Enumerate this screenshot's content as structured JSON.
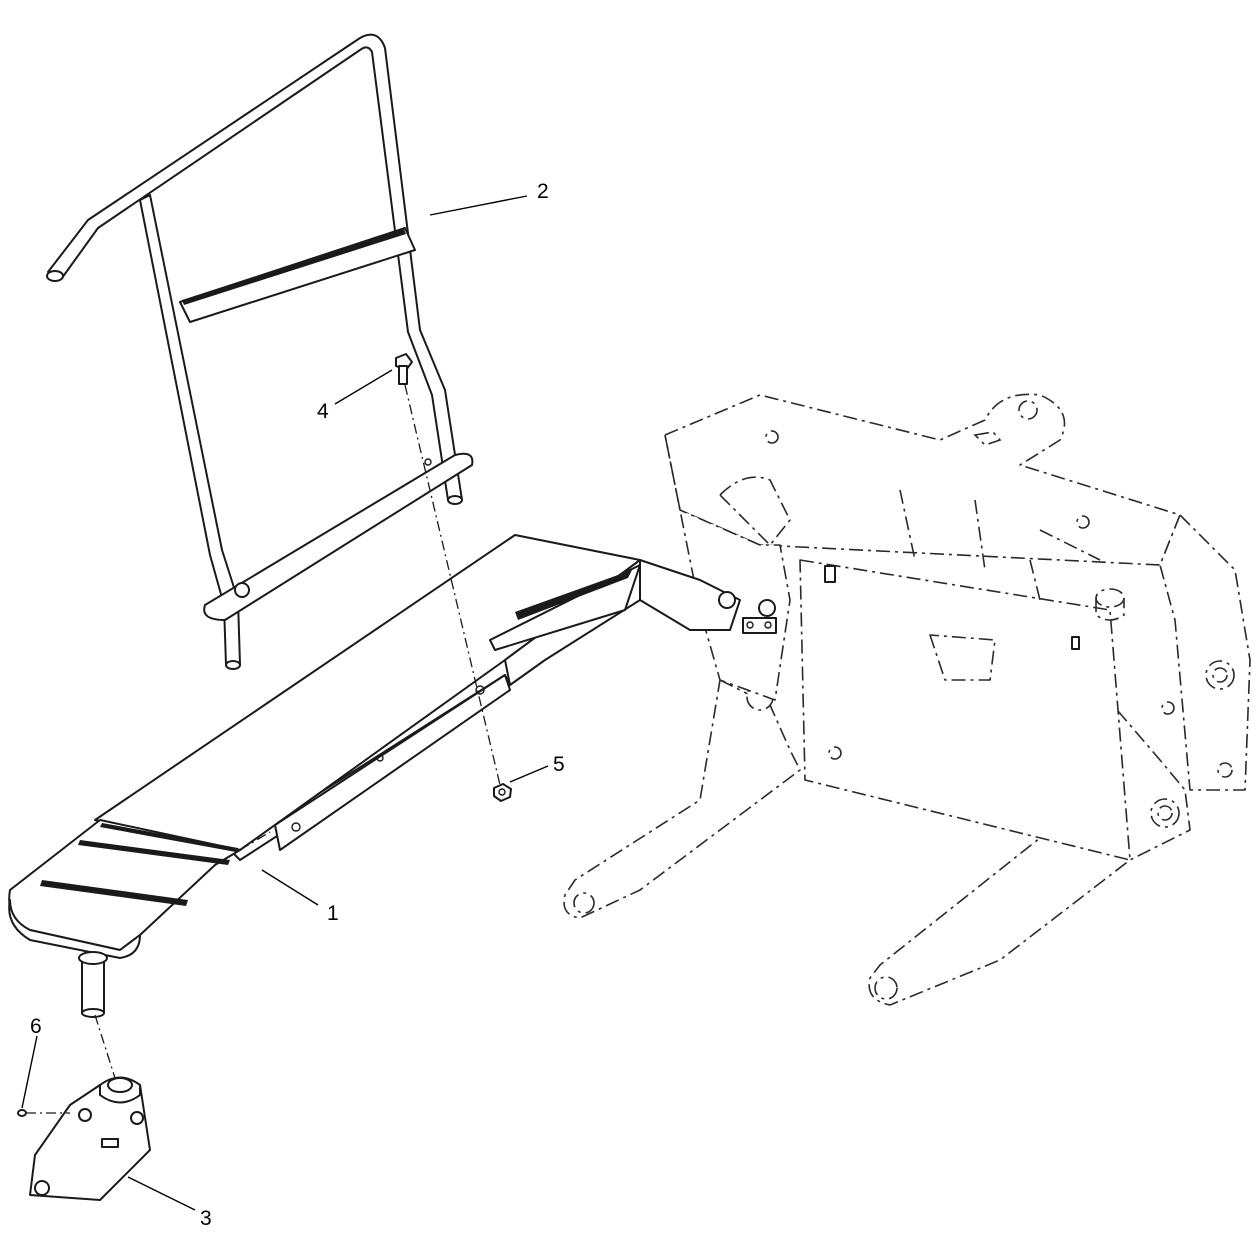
{
  "callouts": [
    {
      "id": "1",
      "label": "1"
    },
    {
      "id": "2",
      "label": "2"
    },
    {
      "id": "3",
      "label": "3"
    },
    {
      "id": "4",
      "label": "4"
    },
    {
      "id": "5",
      "label": "5"
    },
    {
      "id": "6",
      "label": "6"
    }
  ],
  "colors": {
    "line": "#1a1a1a",
    "background": "#ffffff"
  }
}
